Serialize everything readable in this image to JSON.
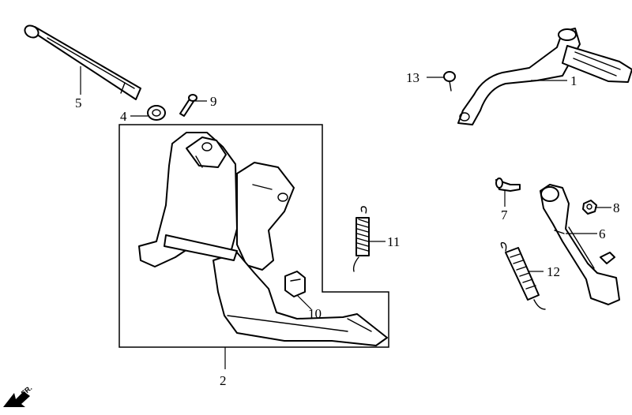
{
  "callouts": {
    "c1": "1",
    "c2": "2",
    "c3": "4",
    "c4": "5",
    "c5": "6",
    "c6": "7",
    "c7": "8",
    "c8": "9",
    "c9": "10",
    "c10": "11",
    "c11": "12",
    "c12": "13"
  },
  "direction_label": "FR."
}
